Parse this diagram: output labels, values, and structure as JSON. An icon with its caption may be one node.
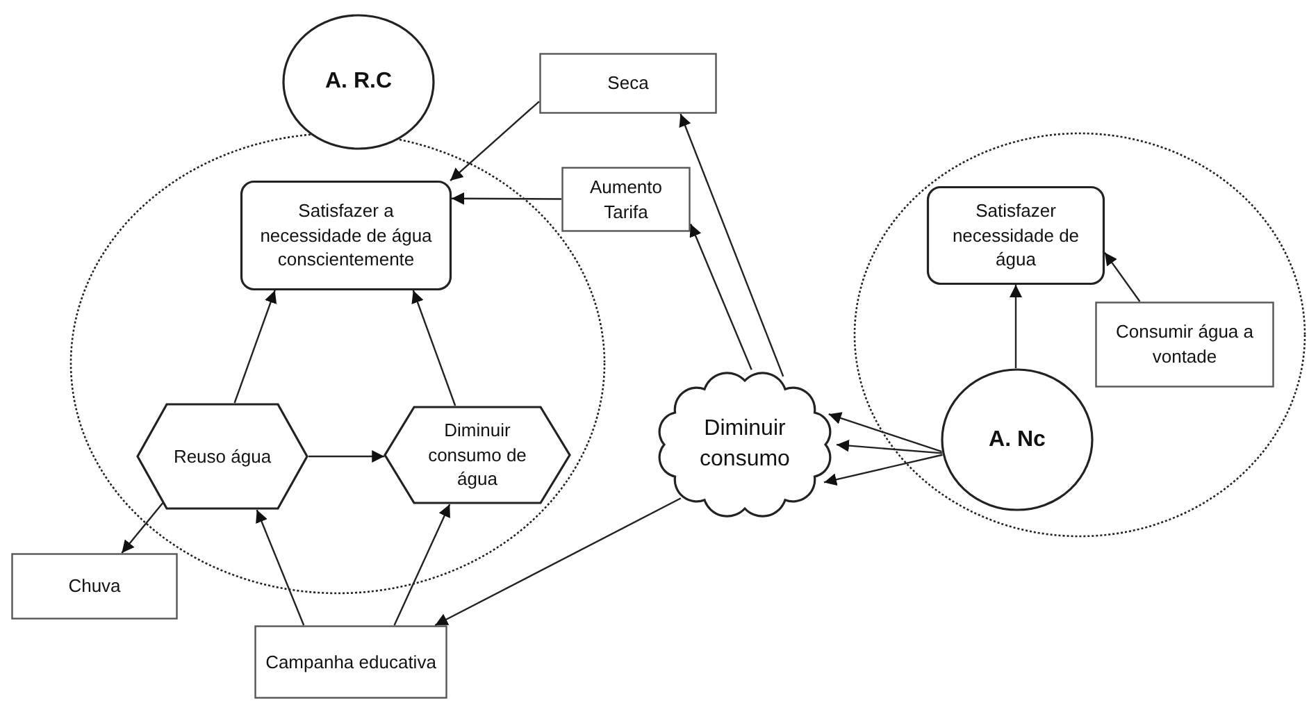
{
  "diagram": {
    "nodes": [
      {
        "text": [
          "A. R.C"
        ]
      },
      {
        "text": [],
        "shape": "circle"
      },
      {
        "text": [
          "Satisfazer a necessidade de água conscientemente"
        ],
        "in": 1
      },
      {
        "text": [
          "Seca"
        ]
      },
      {
        "text": [
          "Aumento Tarifa"
        ]
      },
      {
        "text": [],
        "shape": "circle"
      },
      {
        "text": [
          "Satisfazer necessidade de água"
        ],
        "in": 5
      },
      {
        "text": [
          "Consumir água a vontade"
        ],
        "in": 5
      },
      {
        "text": [
          "Reuso água"
        ],
        "in": 1
      },
      {
        "text": [
          "Diminuir consumo de água"
        ],
        "in": 1
      },
      {
        "text": [
          "Diminuir consumo"
        ]
      },
      {
        "text": [
          "A. Nc"
        ],
        "in": 5
      },
      {
        "text": [
          "Chuva"
        ]
      },
      {
        "text": [
          "Campanha educativa"
        ]
      }
    ],
    "edges": [
      {
        "from": 3,
        "to": 2,
        "arrow": "to"
      },
      {
        "from": 4,
        "to": 2,
        "arrow": "to"
      },
      {
        "from": 8,
        "to": 2,
        "arrow": "to"
      },
      {
        "from": 9,
        "to": 2,
        "arrow": "to"
      },
      {
        "from": 8,
        "to": 9,
        "arrow": "to"
      },
      {
        "from": 8,
        "to": 12,
        "arrow": "to"
      },
      {
        "from": 13,
        "to": 8,
        "arrow": "to"
      },
      {
        "from": 13,
        "to": 9,
        "arrow": "to"
      },
      {
        "from": 10,
        "to": 13,
        "arrow": "to"
      },
      {
        "from": 10,
        "to": 3,
        "arrow": "to"
      },
      {
        "from": 10,
        "to": 4,
        "arrow": "to"
      },
      {
        "from": 11,
        "to": 10,
        "arrow": "to"
      },
      {
        "from": 11,
        "to": 10,
        "arrow": "to"
      },
      {
        "from": 11,
        "to": 10,
        "arrow": "to"
      },
      {
        "from": 11,
        "to": 6,
        "arrow": "to"
      },
      {
        "from": 7,
        "to": 6,
        "arrow": "to"
      }
    ]
  }
}
